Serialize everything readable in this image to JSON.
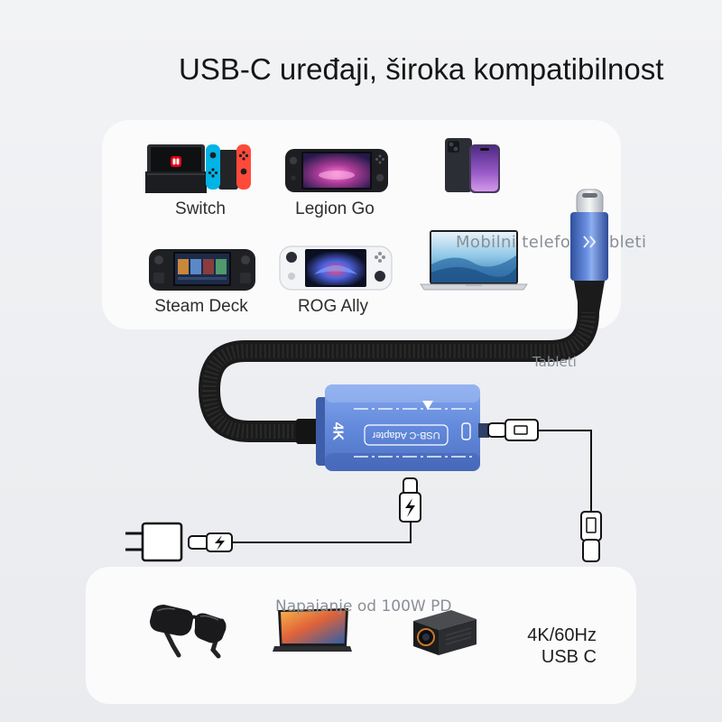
{
  "title": "USB-C uređaji, široka kompatibilnost",
  "source_devices": [
    {
      "label": "Switch",
      "icon": "nintendo-switch-icon"
    },
    {
      "label": "Legion Go",
      "icon": "legion-go-icon"
    },
    {
      "icon": "phones-icon"
    },
    {
      "label": "Steam Deck",
      "icon": "steam-deck-icon"
    },
    {
      "label": "ROG Ally",
      "icon": "rog-ally-icon"
    },
    {
      "icon": "laptop-icon"
    }
  ],
  "captions": {
    "phones_tablets": "Mobilni telefoni/tableti",
    "tablets": "Tableti",
    "power": "Napajanje od 100W PD"
  },
  "adapter": {
    "badge": "4K",
    "label": "USB-C Adapter",
    "icon": "usb-c-adapter-icon"
  },
  "connectors": {
    "input_plug_icon": "usb-c-plug-icon",
    "power_icon": "wall-charger-icon",
    "charge_icon": "lightning-icon"
  },
  "output": {
    "spec_line1": "4K/60Hz",
    "spec_line2": "USB C",
    "devices": [
      {
        "icon": "ar-glasses-icon"
      },
      {
        "icon": "portable-monitor-icon"
      },
      {
        "icon": "projector-icon"
      }
    ]
  },
  "colors": {
    "background": "#edeff2",
    "card": "#fbfbfc",
    "adapter_blue": "#6289db",
    "cable": "#1a1a1a",
    "text": "#1f1f1f",
    "caption_gray": "#8a8f96"
  }
}
